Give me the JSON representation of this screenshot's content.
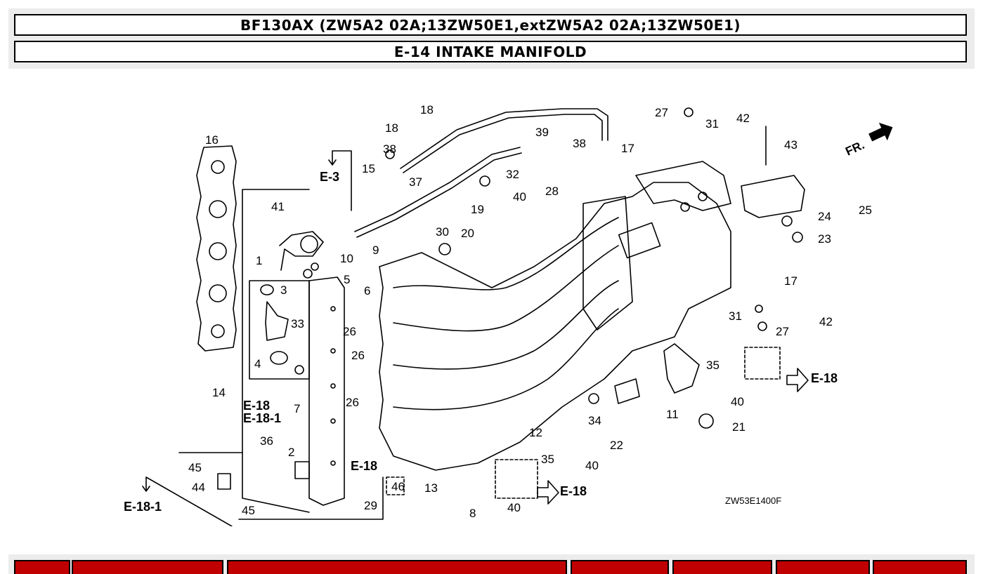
{
  "header": {
    "model": "BF130AX (ZW5A2 02A;13ZW50E1,extZW5A2 02A;13ZW50E1)",
    "section": "E-14 INTAKE MANIFOLD"
  },
  "diagram": {
    "drawing_code": "ZW53E1400F",
    "front_marker": "FR.",
    "part_numbers": [
      "1",
      "2",
      "3",
      "4",
      "5",
      "6",
      "7",
      "8",
      "9",
      "10",
      "11",
      "12",
      "13",
      "14",
      "15",
      "16",
      "17",
      "18",
      "19",
      "20",
      "21",
      "22",
      "23",
      "24",
      "25",
      "26",
      "27",
      "28",
      "29",
      "30",
      "31",
      "32",
      "33",
      "34",
      "35",
      "36",
      "37",
      "38",
      "39",
      "40",
      "41",
      "42",
      "43",
      "44",
      "45",
      "46"
    ],
    "references": [
      "E-3",
      "E-18",
      "E-18-1"
    ]
  },
  "table": {
    "columns": [
      "",
      "",
      "",
      "",
      "",
      "",
      ""
    ]
  },
  "colors": {
    "header_bg": "#ececec",
    "table_header": "#c00000"
  }
}
